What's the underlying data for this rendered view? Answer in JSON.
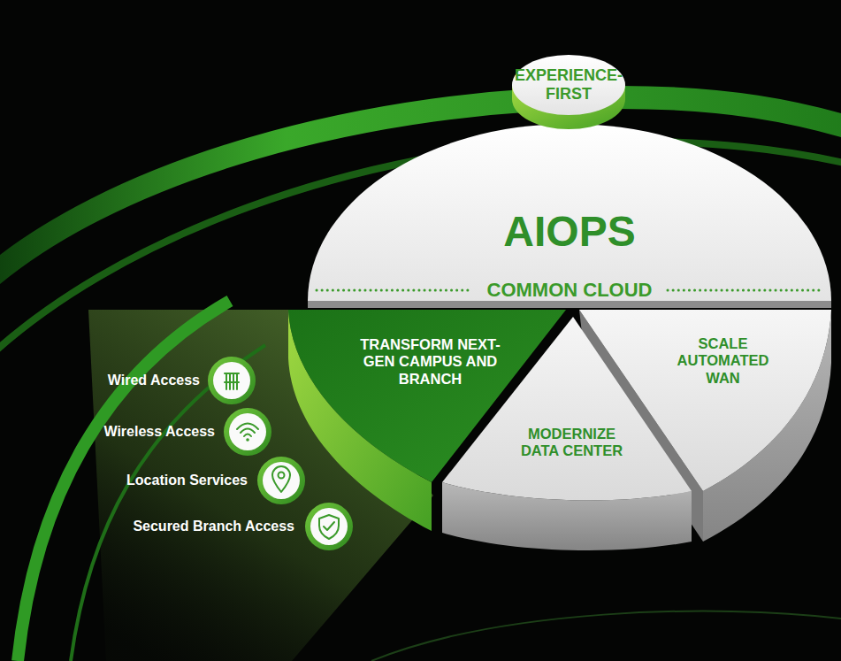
{
  "diagram": {
    "nodes": [
      {
        "text": [
          "EXPERIENCE-FIRST"
        ]
      },
      {
        "text": [
          "AIOPS",
          "COMMON CLOUD"
        ]
      },
      {
        "text": [
          "TRANSFORM NEXT-GEN CAMPUS AND BRANCH"
        ]
      },
      {
        "text": [
          "MODERNIZE DATA CENTER"
        ]
      },
      {
        "text": [
          "SCALE AUTOMATED WAN"
        ]
      },
      {
        "text": [
          "Wired Access"
        ]
      },
      {
        "text": [
          "Wireless Access"
        ]
      },
      {
        "text": [
          "Location Services"
        ]
      },
      {
        "text": [
          "Secured Branch Access"
        ]
      }
    ]
  }
}
